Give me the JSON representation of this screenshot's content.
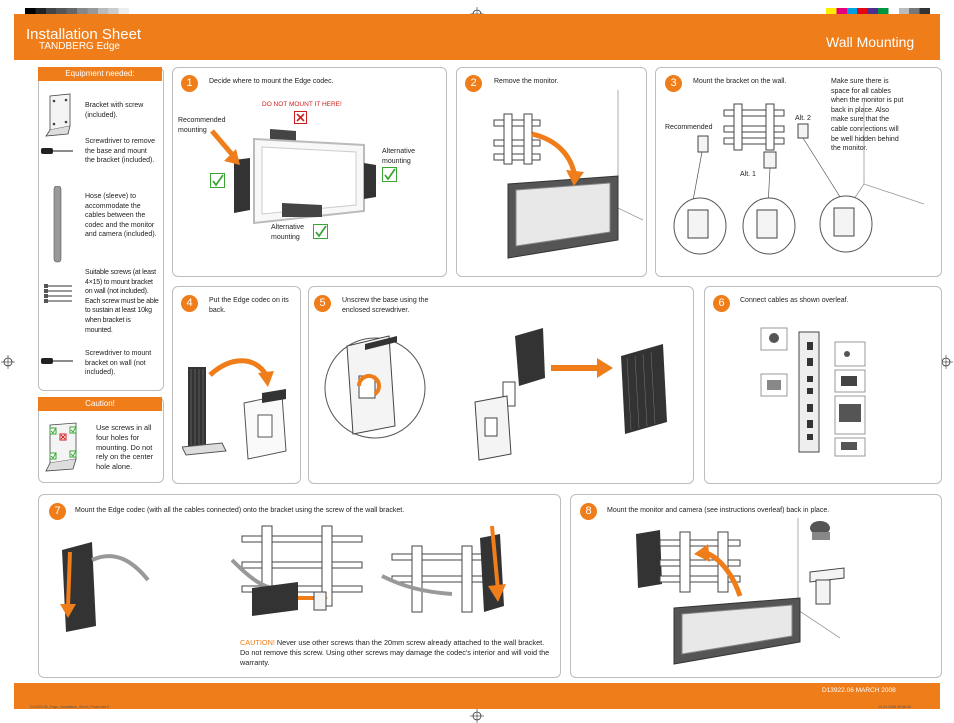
{
  "header": {
    "title": "Installation Sheet",
    "subtitle": "TANDBERG Edge",
    "right_title": "Wall Mounting"
  },
  "equipment": {
    "heading": "Equipment needed:",
    "items": [
      "Bracket with screw (included).",
      "Screwdriver to remove the base and mount the bracket (included).",
      "Hose (sleeve) to accommodate the cables between the codec and the monitor and camera (included).",
      "Suitable screws (at least 4×15) to mount bracket on wall (not included). Each screw must be able to sustain at least 10kg when bracket is mounted.",
      "Screwdriver to mount bracket on wall (not included)."
    ]
  },
  "caution_box": {
    "heading": "Caution!",
    "text": "Use screws in all four holes for mounting. Do not rely on the center hole alone."
  },
  "steps": {
    "s1": {
      "num": "1",
      "text": "Decide where to mount the Edge codec.",
      "warn": "DO NOT MOUNT IT HERE!",
      "rec": "Recommended mounting",
      "alt_right": "Alternative mounting",
      "alt_bottom": "Alternative mounting"
    },
    "s2": {
      "num": "2",
      "text": "Remove the monitor."
    },
    "s3": {
      "num": "3",
      "text": "Mount the bracket on the wall.",
      "note": "Make sure there is space for all cables when the monitor is put back in place. Also make sure that the cable connections will be well hidden behind the monitor.",
      "rec": "Recommended",
      "alt1": "Alt. 1",
      "alt2": "Alt. 2"
    },
    "s4": {
      "num": "4",
      "text": "Put the Edge codec on its back."
    },
    "s5": {
      "num": "5",
      "text": "Unscrew the base using the enclosed screwdriver."
    },
    "s6": {
      "num": "6",
      "text": "Connect cables as shown overleaf."
    },
    "s7": {
      "num": "7",
      "text": "Mount the Edge codec (with all the cables connected) onto the bracket using the screw of the wall bracket.",
      "caution_label": "CAUTION!",
      "caution_text": " Never use other screws than the 20mm screw already attached to the wall bracket. Do not remove this screw. Using other screws may damage the codec's interior and will void the warranty."
    },
    "s8": {
      "num": "8",
      "text": "Mount the monitor and camera (see instructions overleaf) back in place."
    }
  },
  "footer": {
    "doc_code": "D13922.06 MARCH 2008",
    "file_left": "D13922.06_Edge_Installation_Sheet_Final.indd 2",
    "file_right": "10.03.2008 09:58:45"
  },
  "colors": {
    "accent": "#ef7d1a",
    "check": "#3aa535",
    "warn": "#d01c1c"
  }
}
